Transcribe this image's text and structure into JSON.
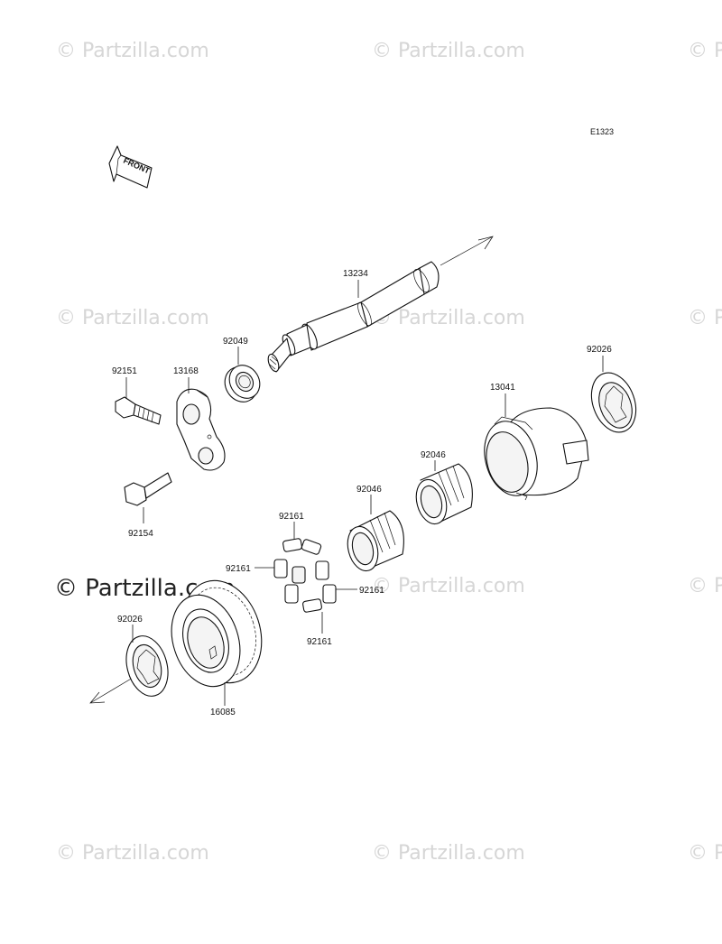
{
  "diagram_code": "E1323",
  "front_label": "FRONT",
  "watermark": "© Partzilla.com",
  "parts": {
    "p13234": "13234",
    "p92049": "92049",
    "p92151": "92151",
    "p13168": "13168",
    "p92154": "92154",
    "p92026_top": "92026",
    "p13041": "13041",
    "p92046_a": "92046",
    "p92046_b": "92046",
    "p92161_top": "92161",
    "p92161_left": "92161",
    "p92161_right": "92161",
    "p92161_bottom": "92161",
    "p92026_bottom": "92026",
    "p16085": "16085"
  }
}
